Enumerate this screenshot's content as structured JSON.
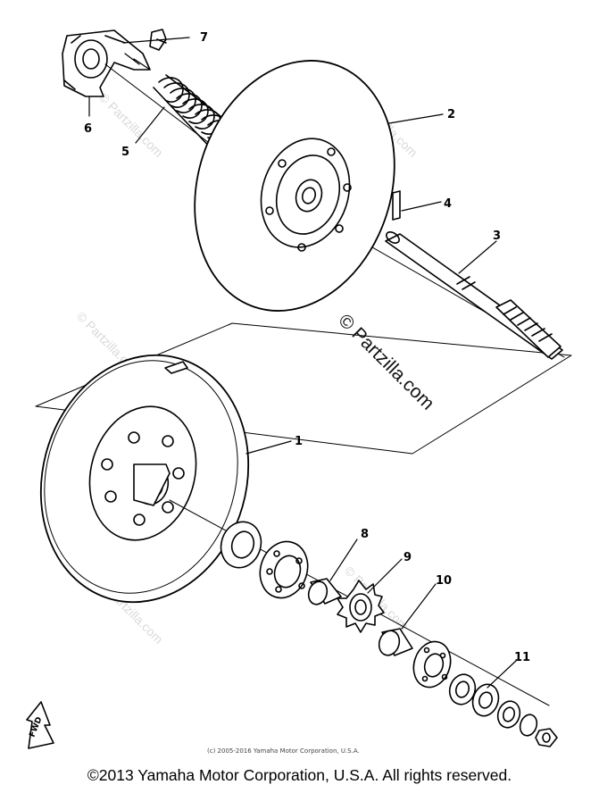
{
  "callouts": {
    "c1": "1",
    "c2": "2",
    "c3": "3",
    "c4": "4",
    "c5": "5",
    "c6": "6",
    "c7": "7",
    "c8": "8",
    "c9": "9",
    "c10": "10",
    "c11": "11"
  },
  "watermark": "© Partzilla.com",
  "small_copyright": "(c) 2005-2016 Yamaha Motor Corporation, U.S.A.",
  "fwd_label": "FWD",
  "footer": "©2013 Yamaha Motor Corporation, U.S.A. All rights reserved."
}
